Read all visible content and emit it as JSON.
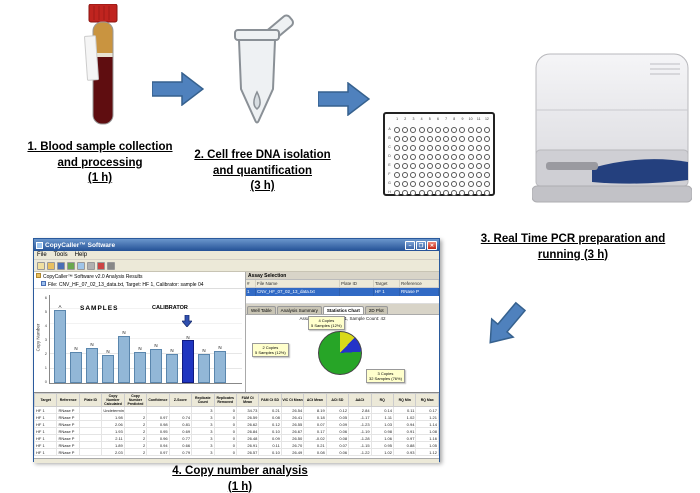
{
  "steps": [
    {
      "lines": [
        "1. Blood sample collection",
        "and processing",
        "(1 h)"
      ]
    },
    {
      "lines": [
        "2. Cell free DNA isolation",
        "and quantification",
        "(3 h)"
      ]
    },
    {
      "lines": [
        "3.  Real Time PCR preparation and",
        "running (3 h)"
      ]
    },
    {
      "lines": [
        "4. Copy number analysis",
        "(1 h)"
      ]
    }
  ],
  "plate": {
    "columns": [
      "1",
      "2",
      "3",
      "4",
      "5",
      "6",
      "7",
      "8",
      "9",
      "10",
      "11",
      "12"
    ],
    "rows": [
      "A",
      "B",
      "C",
      "D",
      "E",
      "F",
      "G",
      "H"
    ]
  },
  "software": {
    "title": "CopyCaller™ Software",
    "window_buttons": {
      "minimize": "–",
      "maximize": "❐",
      "close": "✕"
    },
    "menu": [
      "File",
      "Tools",
      "Help"
    ],
    "toolbar_icons": [
      {
        "name": "new-analysis-icon",
        "color": "#f0e0a0"
      },
      {
        "name": "open-icon",
        "color": "#e8c060"
      },
      {
        "name": "save-icon",
        "color": "#4a6fb5"
      },
      {
        "name": "import-icon",
        "color": "#6aa84f"
      },
      {
        "name": "export-icon",
        "color": "#9fc5e8"
      },
      {
        "name": "print-icon",
        "color": "#b0b0b0"
      },
      {
        "name": "analyze-icon",
        "color": "#cc4444"
      },
      {
        "name": "settings-icon",
        "color": "#888888"
      }
    ],
    "tree": {
      "line1": "CopyCaller™ Software v2.0 Analysis Results",
      "line2": "File: CNV_HF_07_02_13_data.txt, Target: HF 1, Calibrator: sample 04"
    },
    "chart": {
      "ylabel": "Copy Number",
      "ymax": 6,
      "yticks": [
        "6",
        "5",
        "4",
        "3",
        "2",
        "1",
        "0"
      ],
      "samples_label": "SAMPLES",
      "calibrator_label": "CALIBRATOR",
      "bars": [
        {
          "label": "A",
          "value": 5.0,
          "calibrator": false
        },
        {
          "label": "N",
          "value": 2.1,
          "calibrator": false
        },
        {
          "label": "N",
          "value": 2.4,
          "calibrator": false
        },
        {
          "label": "N",
          "value": 1.9,
          "calibrator": false
        },
        {
          "label": "N",
          "value": 3.2,
          "calibrator": false
        },
        {
          "label": "N",
          "value": 2.1,
          "calibrator": false
        },
        {
          "label": "N",
          "value": 2.3,
          "calibrator": false
        },
        {
          "label": "N",
          "value": 2.0,
          "calibrator": false
        },
        {
          "label": "N",
          "value": 2.9,
          "calibrator": true
        },
        {
          "label": "N",
          "value": 2.0,
          "calibrator": false
        },
        {
          "label": "N",
          "value": 2.2,
          "calibrator": false
        }
      ]
    },
    "assay": {
      "title": "Assay Selection",
      "columns": [
        "#",
        "File Name",
        "Plate ID",
        "Target",
        "Reference"
      ],
      "row": [
        "1",
        "CNV_HF_07_02_13_data.txt",
        "",
        "HF 1",
        "RNase P"
      ]
    },
    "tabs": [
      "Well Table",
      "Analysis Summary",
      "Statistics Chart",
      "2D Plot"
    ],
    "active_tab": 2,
    "pie": {
      "title": "Assay: HF, Target: HF 1, Sample Count: 42",
      "slices": [
        {
          "name": "4 Copies",
          "pct": 12,
          "color": "#d9d919"
        },
        {
          "name": "2 Copies",
          "pct": 12,
          "color": "#2433c8"
        },
        {
          "name": "3 Copies",
          "pct": 76,
          "color": "#27a527"
        }
      ],
      "callouts": [
        {
          "lines": [
            "4 Copies",
            "5 Samples (12%)"
          ]
        },
        {
          "lines": [
            "2 Copies",
            "5 Samples (12%)"
          ]
        },
        {
          "lines": [
            "3 Copies",
            "32 Samples (76%)"
          ]
        }
      ]
    },
    "results": {
      "columns": [
        "Target",
        "Reference",
        "Plate ID",
        "Copy Number Calculated",
        "Copy Number Predicted",
        "Confidence",
        "Z-Score",
        "Replicate Count",
        "Replicates Removed",
        "FAM Ct Mean",
        "FAM Ct SD",
        "VIC Ct Mean",
        "ΔCt Mean",
        "ΔCt SD",
        "ΔΔCt",
        "RQ",
        "RQ Min",
        "RQ Max"
      ],
      "rows": [
        [
          "HF 1",
          "RNase P",
          "",
          "Undetermined",
          "",
          "",
          "",
          "3",
          "0",
          "34.73",
          "0.21",
          "26.54",
          "8.19",
          "0.12",
          "2.84",
          "0.14",
          "0.11",
          "0.17"
        ],
        [
          "HF 1",
          "RNase P",
          "",
          "1.98",
          "2",
          "0.97",
          "0.74",
          "3",
          "0",
          "26.59",
          "0.08",
          "26.41",
          "0.18",
          "0.05",
          "-1.17",
          "1.11",
          "1.02",
          "1.21"
        ],
        [
          "HF 1",
          "RNase P",
          "",
          "2.06",
          "2",
          "0.98",
          "0.81",
          "3",
          "0",
          "26.62",
          "0.12",
          "26.55",
          "0.07",
          "0.09",
          "-1.23",
          "1.03",
          "0.94",
          "1.14"
        ],
        [
          "HF 1",
          "RNase P",
          "",
          "1.93",
          "2",
          "0.95",
          "0.69",
          "3",
          "0",
          "26.84",
          "0.10",
          "26.67",
          "0.17",
          "0.06",
          "-1.19",
          "0.98",
          "0.91",
          "1.08"
        ],
        [
          "HF 1",
          "RNase P",
          "",
          "2.11",
          "2",
          "0.96",
          "0.77",
          "3",
          "0",
          "26.48",
          "0.09",
          "26.50",
          "-0.02",
          "0.08",
          "-1.28",
          "1.06",
          "0.97",
          "1.16"
        ],
        [
          "HF 1",
          "RNase P",
          "",
          "1.89",
          "2",
          "0.94",
          "0.66",
          "3",
          "0",
          "26.91",
          "0.11",
          "26.70",
          "0.21",
          "0.07",
          "-1.15",
          "0.95",
          "0.88",
          "1.05"
        ],
        [
          "HF 1",
          "RNase P",
          "",
          "2.03",
          "2",
          "0.97",
          "0.79",
          "3",
          "0",
          "26.57",
          "0.10",
          "26.49",
          "0.08",
          "0.06",
          "-1.22",
          "1.02",
          "0.93",
          "1.12"
        ]
      ]
    }
  }
}
